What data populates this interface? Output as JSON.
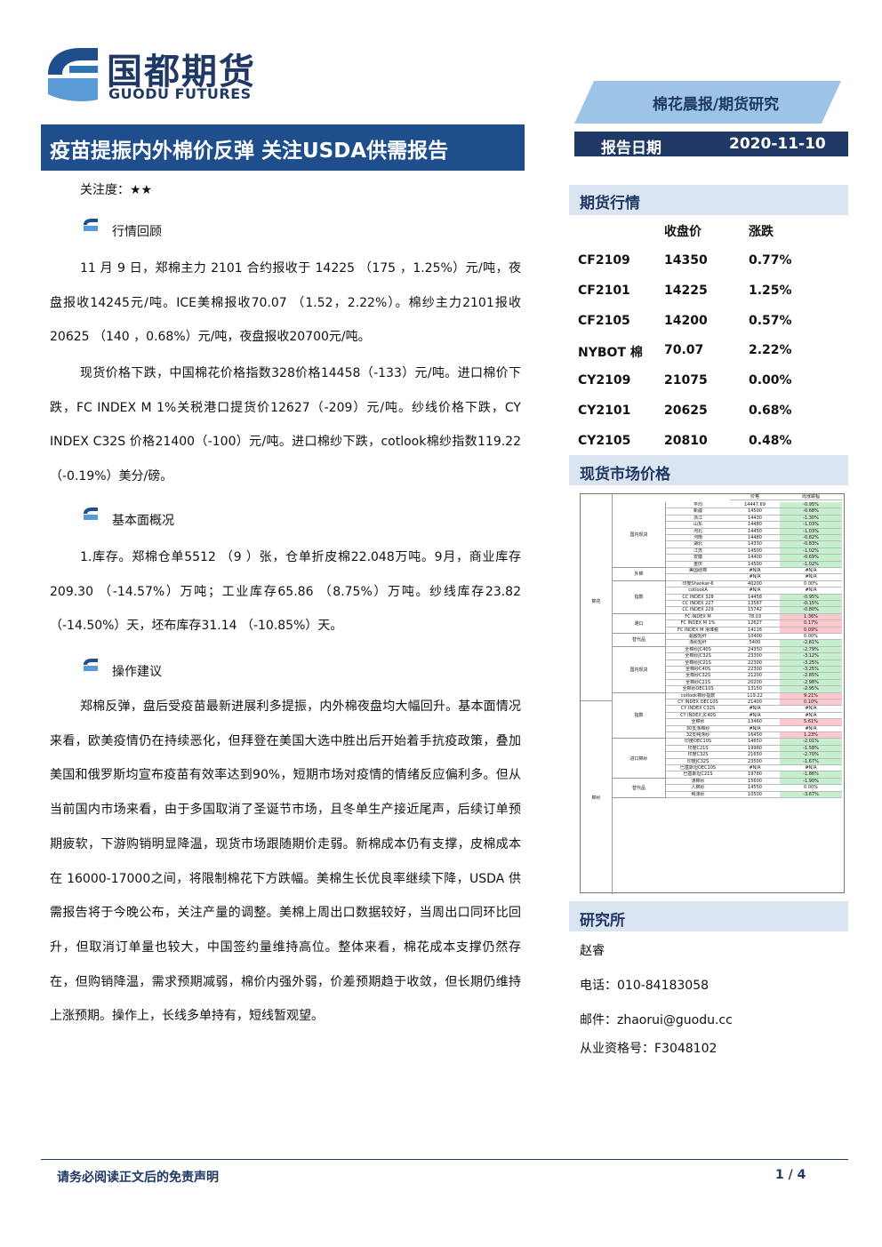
{
  "logo": {
    "name_cn": "国都期货",
    "name_en": "GUODU FUTURES"
  },
  "header": {
    "report_type": "棉花晨报/期货研究",
    "date_label": "报告日期",
    "date_value": "2020-11-10"
  },
  "title": "疫苗提振内外棉价反弹 关注USDA供需报告",
  "attention": "关注度：★★",
  "sections": {
    "market_review": {
      "title": "行情回顾",
      "paragraphs": [
        "11 月 9 日，郑棉主力 2101 合约报收于 14225 （175 ，1.25%）元/吨，夜盘报收14245元/吨。ICE美棉报收70.07 （1.52，2.22%）。棉纱主力2101报收20625 （140 ，0.68%）元/吨，夜盘报收20700元/吨。",
        "现货价格下跌，中国棉花价格指数328价格14458（-133）元/吨。进口棉价下跌，FC INDEX M 1%关税港口提货价12627（-209）元/吨。纱线价格下跌，CY INDEX C32S 价格21400（-100）元/吨。进口棉纱下跌，cotlook棉纱指数119.22（-0.19%）美分/磅。"
      ]
    },
    "fundamentals": {
      "title": "基本面概况",
      "paragraphs": [
        "1.库存。郑棉仓单5512 （9 ）张，仓单折皮棉22.048万吨。9月，商业库存209.30 （-14.57%）万吨；工业库存65.86 （8.75%）万吨。纱线库存23.82 （-14.50%）天，坯布库存31.14 （-10.85%）天。"
      ]
    },
    "advice": {
      "title": "操作建议",
      "paragraphs": [
        "郑棉反弹，盘后受疫苗最新进展利多提振，内外棉夜盘均大幅回升。基本面情况来看，欧美疫情仍在持续恶化，但拜登在美国大选中胜出后开始着手抗疫政策，叠加美国和俄罗斯均宣布疫苗有效率达到90%，短期市场对疫情的情绪反应偏利多。但从当前国内市场来看，由于多国取消了圣诞节市场，且冬单生产接近尾声，后续订单预期疲软，下游购销明显降温，现货市场跟随期价走弱。新棉成本仍有支撑，皮棉成本在 16000-17000之间，将限制棉花下方跌幅。美棉生长优良率继续下降，USDA 供需报告将于今晚公布，关注产量的调整。美棉上周出口数据较好，当周出口同环比回升，但取消订单量也较大，中国签约量维持高位。整体来看，棉花成本支撑仍然存在，但购销降温，需求预期减弱，棉价内强外弱，价差预期趋于收敛，但长期仍维持上涨预期。操作上，长线多单持有，短线暂观望。"
      ]
    }
  },
  "futures": {
    "title": "期货行情",
    "col_close": "收盘价",
    "col_change": "涨跌",
    "rows": [
      {
        "code": "CF2109",
        "close": "14350",
        "change": "0.77%"
      },
      {
        "code": "CF2101",
        "close": "14225",
        "change": "1.25%"
      },
      {
        "code": "CF2105",
        "close": "14200",
        "change": "0.57%"
      },
      {
        "code": "NYBOT 棉",
        "close": "70.07",
        "change": "2.22%"
      },
      {
        "code": "CY2109",
        "close": "21075",
        "change": "0.00%"
      },
      {
        "code": "CY2101",
        "close": "20625",
        "change": "0.68%"
      },
      {
        "code": "CY2105",
        "close": "20810",
        "change": "0.48%"
      }
    ]
  },
  "spot": {
    "title": "现货市场价格",
    "col_price": "价格",
    "col_change": "周涨跌幅",
    "group_cotton": "棉花",
    "group_yarn": "棉纱",
    "subgroups": [
      "国内现货",
      "外棉",
      "指数",
      "港口",
      "替代品",
      "国内现货",
      "指数",
      "进口棉纱",
      "替代品"
    ],
    "rows": [
      {
        "name": "平均",
        "price": "14447.69",
        "change": "-0.95%"
      },
      {
        "name": "新疆",
        "price": "14500",
        "change": "-0.68%"
      },
      {
        "name": "浙江",
        "price": "14430",
        "change": "-1.30%"
      },
      {
        "name": "山东",
        "price": "14480",
        "change": "-1.03%"
      },
      {
        "name": "河北",
        "price": "14450",
        "change": "-1.03%"
      },
      {
        "name": "河南",
        "price": "14480",
        "change": "-0.82%"
      },
      {
        "name": "湖北",
        "price": "14330",
        "change": "-0.83%"
      },
      {
        "name": "江苏",
        "price": "14500",
        "change": "-1.02%"
      },
      {
        "name": "安徽",
        "price": "14400",
        "change": "-0.69%"
      },
      {
        "name": "重庆",
        "price": "14500",
        "change": "-1.02%"
      },
      {
        "name": "美国硅棉",
        "price": "#N/A",
        "change": "#N/A"
      },
      {
        "name": "",
        "price": "#N/A",
        "change": "#N/A"
      },
      {
        "name": "印度Shankar-6",
        "price": "40200",
        "change": "0.00%"
      },
      {
        "name": "cotlookA",
        "price": "#N/A",
        "change": "#N/A"
      },
      {
        "name": "CC INDEX 328",
        "price": "14458",
        "change": "-0.95%"
      },
      {
        "name": "CC INDEX 227",
        "price": "13587",
        "change": "-0.15%"
      },
      {
        "name": "CC INDEX 229",
        "price": "15742",
        "change": "-0.80%"
      },
      {
        "name": "FC INDEX M",
        "price": "78.03",
        "change": "1.36%"
      },
      {
        "name": "FC INDEX M 1%",
        "price": "12627",
        "change": "0.17%"
      },
      {
        "name": "FC INDEX M 滑准税",
        "price": "14116",
        "change": "0.09%"
      },
      {
        "name": "黏胶短纤",
        "price": "10400",
        "change": "0.00%"
      },
      {
        "name": "涤纶短纤",
        "price": "5400",
        "change": "-2.81%"
      },
      {
        "name": "全棉纱JC40S",
        "price": "24350",
        "change": "-2.79%"
      },
      {
        "name": "全棉纱JC32S",
        "price": "23300",
        "change": "-3.12%"
      },
      {
        "name": "全棉纱JC21S",
        "price": "22300",
        "change": "-3.25%"
      },
      {
        "name": "全棉纱C40S",
        "price": "22300",
        "change": "-3.25%"
      },
      {
        "name": "全棉纱C32S",
        "price": "21200",
        "change": "-2.85%"
      },
      {
        "name": "全棉纱C21S",
        "price": "20200",
        "change": "-2.98%"
      },
      {
        "name": "全棉纱OEC10S",
        "price": "13150",
        "change": "-2.95%"
      },
      {
        "name": "cotlook棉纱指数",
        "price": "119.22",
        "change": "9.21%"
      },
      {
        "name": "CY INDEX OEC10S",
        "price": "21400",
        "change": "0.10%"
      },
      {
        "name": "CY INDEX C32S",
        "price": "#N/A",
        "change": "#N/A"
      },
      {
        "name": "CY INDEX JC40S",
        "price": "#N/A",
        "change": "#N/A"
      },
      {
        "name": "全棉纱",
        "price": "13460",
        "change": "5.61%"
      },
      {
        "name": "30支涤棉纱",
        "price": "#N/A",
        "change": "#N/A"
      },
      {
        "name": "32支纯涤纱",
        "price": "16450",
        "change": "1.23%"
      },
      {
        "name": "印度OEC10S",
        "price": "14650",
        "change": "-2.01%"
      },
      {
        "name": "印度C21S",
        "price": "19980",
        "change": "-1.58%"
      },
      {
        "name": "印度C32S",
        "price": "21650",
        "change": "-2.70%"
      },
      {
        "name": "印度JC32S",
        "price": "23500",
        "change": "-1.67%"
      },
      {
        "name": "巴基斯坦OEC10S",
        "price": "#N/A",
        "change": "#N/A"
      },
      {
        "name": "巴基斯坦C21S",
        "price": "19780",
        "change": "-1.86%"
      },
      {
        "name": "涤棉纱",
        "price": "15600",
        "change": "-1.90%"
      },
      {
        "name": "人棉纱",
        "price": "14550",
        "change": "0.00%"
      },
      {
        "name": "纯涤纱",
        "price": "10500",
        "change": "-3.67%"
      }
    ]
  },
  "research": {
    "title": "研究所",
    "name": "赵睿",
    "phone": "电话：010-84183058",
    "email": "邮件：zhaorui@guodu.cc",
    "license": "从业资格号：F3048102"
  },
  "footer": {
    "disclaimer": "请务必阅读正文后的免责声明",
    "page": "1 / 4"
  },
  "colors": {
    "brand": "#1f3864",
    "title_bg": "#1f4e8c",
    "side_bg": "#dbe5f1",
    "neg": "#c6efce",
    "pos": "#ffc7ce"
  }
}
